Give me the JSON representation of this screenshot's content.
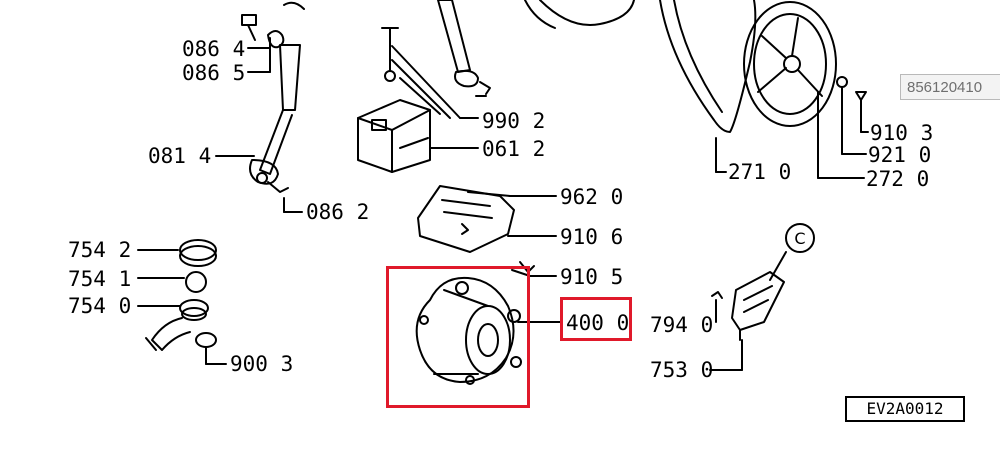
{
  "labels": {
    "l0864": "086 4",
    "l0865": "086 5",
    "l0814": "081 4",
    "l0862": "086 2",
    "l9902": "990 2",
    "l0612": "061 2",
    "l9620": "962 0",
    "l9106": "910 6",
    "l9105": "910 5",
    "l4000": "400 0",
    "l7542": "754 2",
    "l7541": "754 1",
    "l7540": "754 0",
    "l9003": "900 3",
    "l2710": "271 0",
    "l9103": "910 3",
    "l9210": "921 0",
    "l2720": "272 0",
    "l7940": "794 0",
    "l7530": "753 0",
    "circleC": "C"
  },
  "reference_code": "EV2A0012",
  "tooltip_text": "856120410",
  "highlight_color": "#e0192a"
}
